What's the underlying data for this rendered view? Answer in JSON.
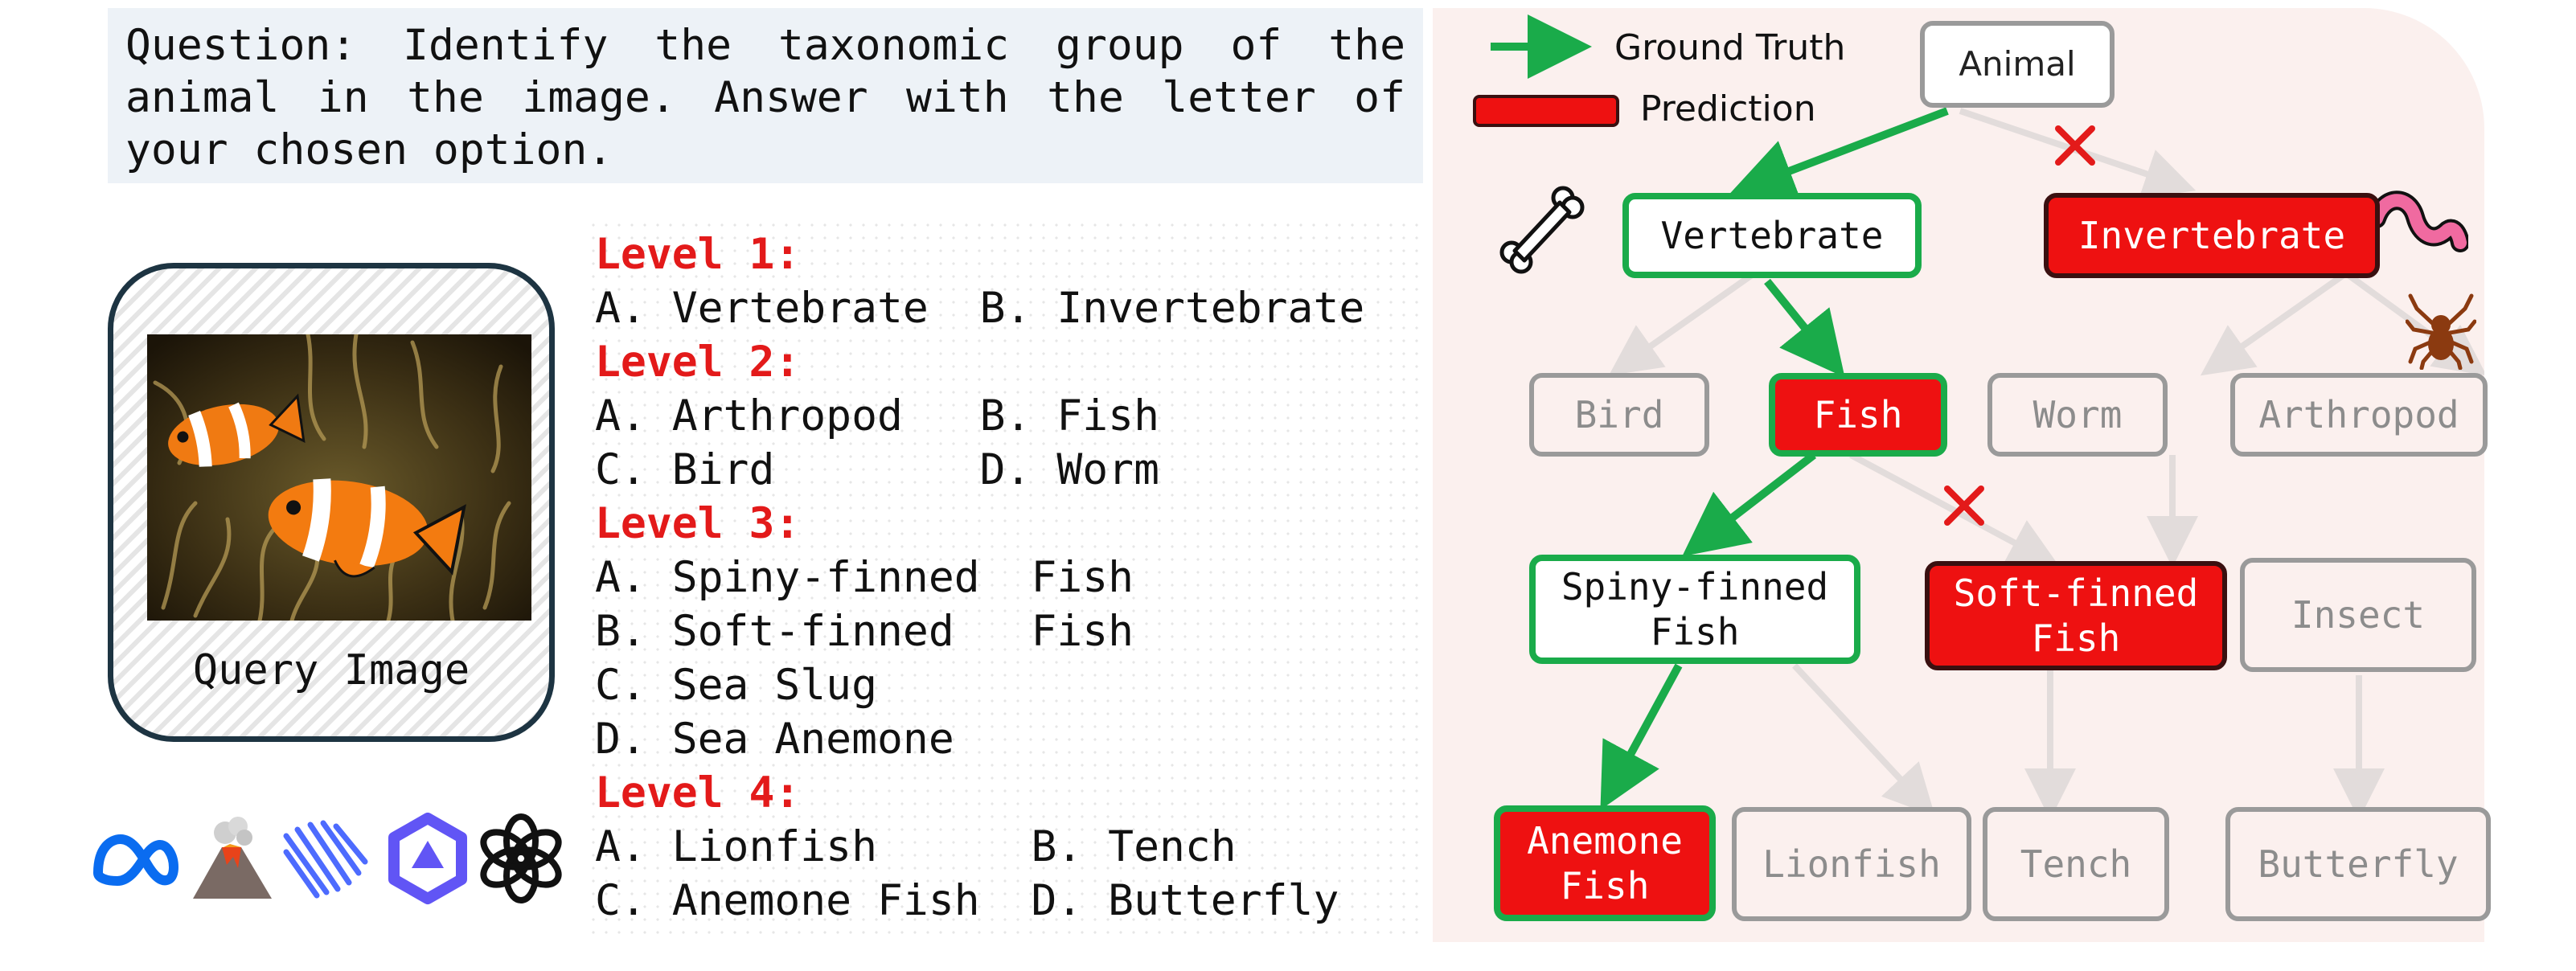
{
  "question": "Question: Identify the taxonomic group of the animal in the image. Answer with the letter of your chosen option.",
  "query_caption": "Query Image",
  "logos": [
    "meta-logo-icon",
    "volcano-logo-icon",
    "deepseek-logo-icon",
    "qwen-logo-icon",
    "openai-logo-icon"
  ],
  "levels": [
    {
      "title": "Level 1:",
      "lines": [
        "A. Vertebrate  B. Invertebrate"
      ]
    },
    {
      "title": "Level 2:",
      "lines": [
        "A. Arthropod   B. Fish",
        "C. Bird        D. Worm"
      ]
    },
    {
      "title": "Level 3:",
      "lines": [
        "A. Spiny-finned  Fish",
        "B. Soft-finned   Fish",
        "C. Sea Slug",
        "D. Sea Anemone"
      ]
    },
    {
      "title": "Level 4:",
      "lines": [
        "A. Lionfish      B. Tench",
        "C. Anemone Fish  D. Butterfly"
      ]
    }
  ],
  "legend": {
    "ground_truth": "Ground Truth",
    "prediction": "Prediction"
  },
  "tree": {
    "animal": "Animal",
    "vertebrate": "Vertebrate",
    "invertebrate": "Invertebrate",
    "bird": "Bird",
    "fish": "Fish",
    "worm": "Worm",
    "arthropod": "Arthropod",
    "spiny_finned_1": "Spiny-finned",
    "spiny_finned_2": "Fish",
    "soft_finned_1": "Soft-finned",
    "soft_finned_2": "Fish",
    "insect": "Insect",
    "anemone_fish_1": "Anemone",
    "anemone_fish_2": "Fish",
    "lionfish": "Lionfish",
    "tench": "Tench",
    "butterfly": "Butterfly"
  },
  "colors": {
    "ground_truth": "#1aab4a",
    "prediction": "#ee1111",
    "inactive": "#9a9a9a",
    "wrong_mark": "#e31a1a"
  },
  "icons": [
    "bone-icon",
    "worm-icon",
    "spider-icon",
    "cross-mark-icon"
  ]
}
